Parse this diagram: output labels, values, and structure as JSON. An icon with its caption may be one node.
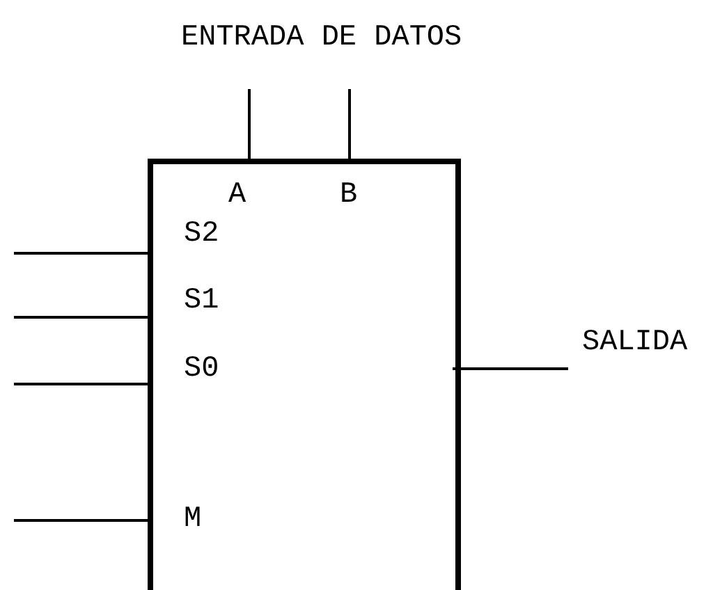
{
  "diagram": {
    "nodes": [
      {
        "text": [
          "ENTRADA DE DATOS"
        ]
      },
      {
        "text": [],
        "shape": "box"
      },
      {
        "text": [
          "SALIDA"
        ]
      }
    ],
    "edges": [
      {
        "from": 0,
        "to": 1,
        "arrow": "none"
      },
      {
        "from": 0,
        "to": 1,
        "arrow": "none"
      },
      {
        "from": null,
        "to": 1,
        "arrow": "none"
      },
      {
        "from": null,
        "to": 1,
        "arrow": "none"
      },
      {
        "from": null,
        "to": 1,
        "arrow": "none"
      },
      {
        "from": null,
        "to": 1,
        "arrow": "none"
      },
      {
        "from": 1,
        "to": 2,
        "arrow": "none"
      }
    ],
    "labels": [
      "A",
      "B",
      "S2",
      "S1",
      "S0",
      "M"
    ]
  }
}
